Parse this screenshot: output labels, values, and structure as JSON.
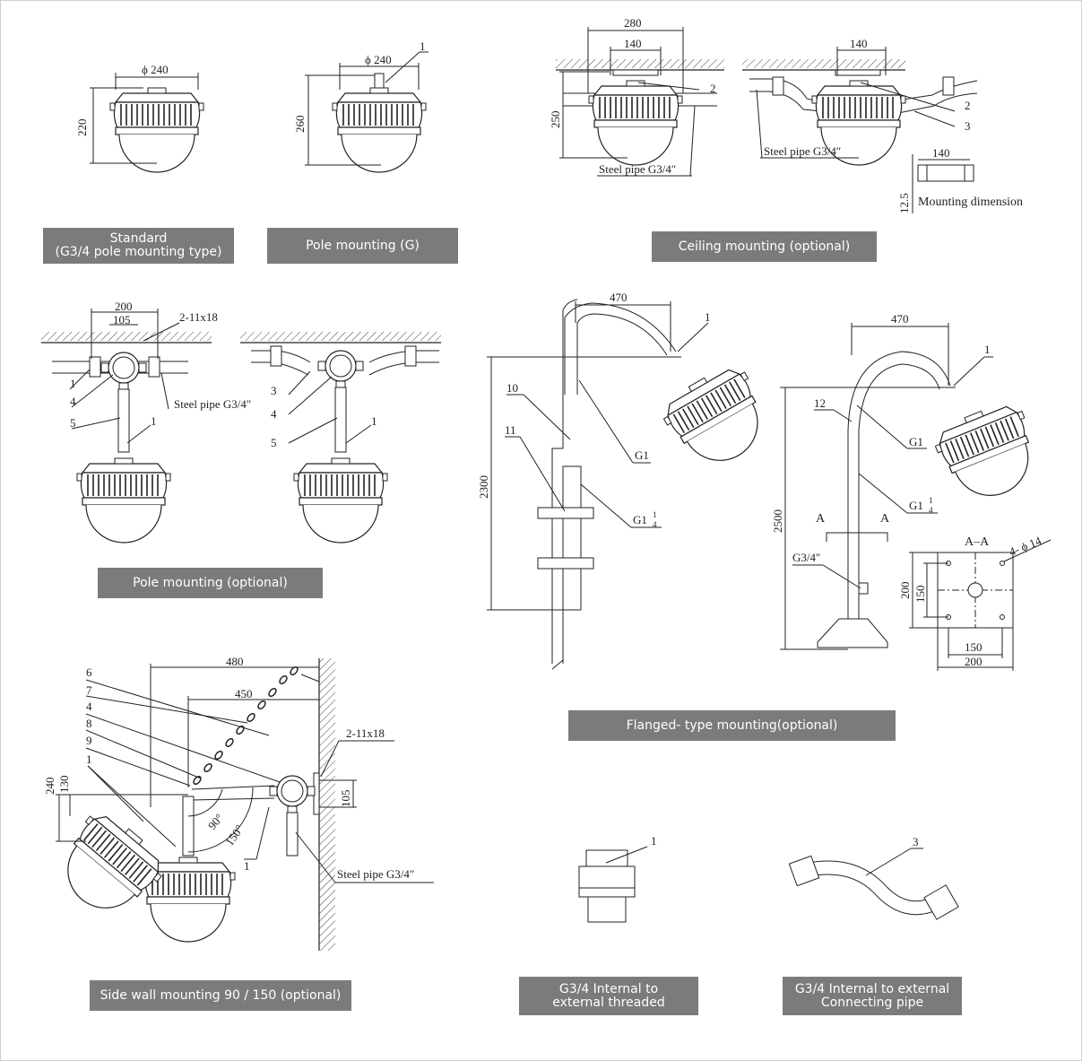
{
  "captions": {
    "standard_1": "Standard",
    "standard_2": "(G3/4 pole mounting type)",
    "pole_g": "Pole mounting (G)",
    "ceiling": "Ceiling mounting (optional)",
    "pole_opt": "Pole mounting (optional)",
    "flanged": "Flanged- type mounting(optional)",
    "sidewall": "Side wall mounting 90 / 150 (optional)",
    "g34_thread_1": "G3/4 Internal to",
    "g34_thread_2": "external threaded",
    "g34_pipe_1": "G3/4 Internal to external",
    "g34_pipe_2": "Connecting pipe"
  },
  "labels": {
    "phi240": "ϕ 240",
    "h220": "220",
    "h260": "260",
    "n1": "1",
    "n2": "2",
    "n3": "3",
    "n4": "4",
    "n5": "5",
    "n6": "6",
    "n7": "7",
    "n8": "8",
    "n9": "9",
    "n10": "10",
    "n11": "11",
    "n12": "12",
    "d280": "280",
    "d140": "140",
    "d250": "250",
    "steel_pipe": "Steel pipe G3/4″",
    "d12_5": "12.5",
    "mounting_dimension": "Mounting dimension",
    "d200": "200",
    "d105": "105",
    "holes": "2-11x18",
    "d470": "470",
    "d2300": "2300",
    "d2500": "2500",
    "g1": "G1",
    "g1q": "G1",
    "frac_num": "1",
    "frac_den": "4",
    "sec_a": "A",
    "sec_aa": "A–A",
    "g34": "G3/4″",
    "d150": "150",
    "holes4": "4- ϕ 14",
    "d480": "480",
    "d450": "450",
    "d240": "240",
    "d130": "130",
    "a90": "90°",
    "a150": "150°"
  },
  "colors": {
    "line": "#222222",
    "caption_bg": "#7b7b7b",
    "caption_text": "#ffffff"
  }
}
